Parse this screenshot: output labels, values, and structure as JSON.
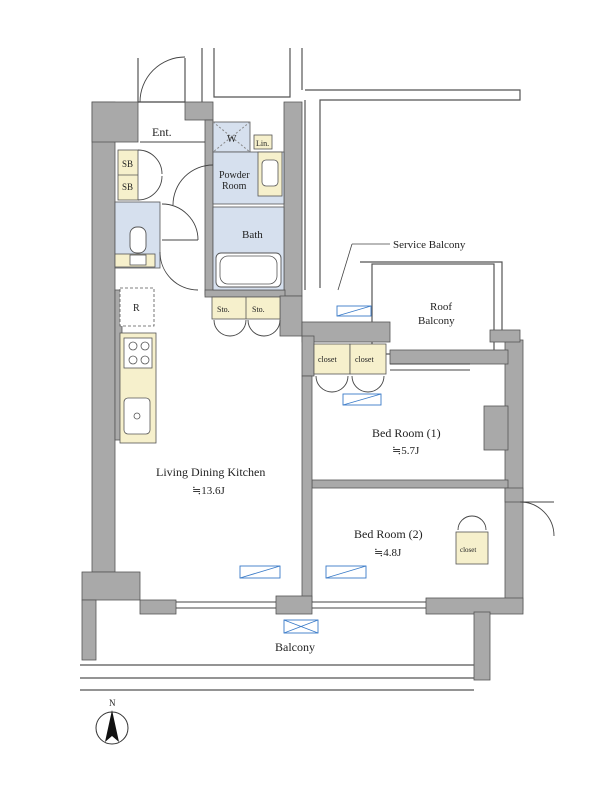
{
  "rooms": {
    "entrance": "Ent.",
    "shoe_box_top": "SB",
    "shoe_box_bottom": "SB",
    "washer": "W",
    "linen": "Lin.",
    "powder_room_line1": "Powder",
    "powder_room_line2": "Room",
    "bath": "Bath",
    "storage_left": "Sto.",
    "storage_right": "Sto.",
    "refrigerator": "R",
    "ldk_name": "Living Dining Kitchen",
    "ldk_size": "≒13.6J",
    "bed1_name": "Bed Room (1)",
    "bed1_size": "≒5.7J",
    "bed2_name": "Bed Room (2)",
    "bed2_size": "≒4.8J",
    "closet_left": "closet",
    "closet_right": "closet",
    "closet_bed2": "closet",
    "service_balcony": "Service Balcony",
    "roof_balcony_line1": "Roof",
    "roof_balcony_line2": "Balcony",
    "balcony": "Balcony",
    "north": "N"
  },
  "colors": {
    "wall": "#a9a9a9",
    "wet_area": "#d6e0ee",
    "fixture": "#f6f0cc",
    "line": "#333333",
    "window_mark": "#3a7bc8"
  }
}
